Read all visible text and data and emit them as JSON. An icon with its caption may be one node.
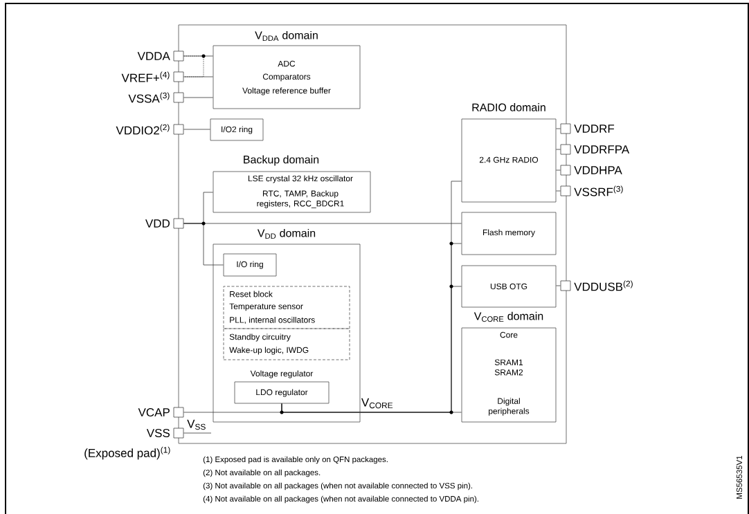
{
  "diagram": {
    "nodes": [
      {
        "text": [],
        "shape": "box"
      },
      {
        "text": [
          "VDDA"
        ]
      },
      {
        "text": [
          "VREF+$^{(4)}$"
        ]
      },
      {
        "text": [
          "VSSA$^{(3)}$"
        ]
      },
      {
        "text": [
          "VDDIO2$^{(2)}$"
        ]
      },
      {
        "text": [
          "V$_{DDA}$ domain",
          "ADC",
          "Comparators",
          "Voltage reference buffer"
        ],
        "in": 0
      },
      {
        "text": [
          "I/O2 ring"
        ],
        "in": 0
      },
      {
        "text": [
          "RADIO domain",
          "2.4 GHz RADIO"
        ],
        "in": 0
      },
      {
        "text": [
          "VDDRF"
        ]
      },
      {
        "text": [
          "VDDRFPA"
        ]
      },
      {
        "text": [
          "VDDHPA"
        ]
      },
      {
        "text": [
          "VSSRF$^{(3)}$"
        ]
      },
      {
        "text": [
          "Backup domain",
          "LSE crystal 32 kHz oscillator",
          "RTC, TAMP, Backup registers, RCC_BDCR1"
        ],
        "in": 0
      },
      {
        "text": [
          "VDD"
        ]
      },
      {
        "text": [
          "Flash memory"
        ],
        "in": 0
      },
      {
        "text": [
          "V$_{DD}$ domain"
        ],
        "in": 0
      },
      {
        "text": [
          "I/O ring"
        ],
        "in": 15
      },
      {
        "text": [
          "Reset block",
          "Temperature sensor",
          "PLL, internal oscillators"
        ],
        "in": 15
      },
      {
        "text": [
          "Standby circuitry",
          "Wake-up logic, IWDG"
        ],
        "in": 15
      },
      {
        "text": [
          "USB OTG"
        ],
        "in": 0
      },
      {
        "text": [
          "VDDUSB$^{(2)}$"
        ]
      },
      {
        "text": [
          "V$_{CORE}$ domain",
          "Core",
          "SRAM1 SRAM2",
          "Digital peripherals"
        ],
        "in": 0
      },
      {
        "text": [
          "Voltage regulator",
          "LDO regulator"
        ],
        "in": 15
      },
      {
        "text": [
          "VCAP"
        ]
      },
      {
        "text": [
          "VSS"
        ],
        "beside": [
          "(Exposed pad)$^{(1)}$"
        ]
      }
    ],
    "edges": [
      {
        "from": 1,
        "to": 5,
        "arrow": "none"
      },
      {
        "from": 2,
        "to": 5,
        "arrow": "none"
      },
      {
        "from": 3,
        "to": 5,
        "arrow": "none"
      },
      {
        "from": 1,
        "to": 2,
        "arrow": "none",
        "style": "dashed"
      },
      {
        "from": 4,
        "to": 6,
        "arrow": "none"
      },
      {
        "from": 13,
        "to": 14,
        "arrow": "none"
      },
      {
        "from": 13,
        "to": 12,
        "arrow": "none"
      },
      {
        "from": 13,
        "to": 16,
        "arrow": "none"
      },
      {
        "from": 8,
        "to": 7,
        "arrow": "none"
      },
      {
        "from": 9,
        "to": 7,
        "arrow": "none"
      },
      {
        "from": 10,
        "to": 7,
        "arrow": "none"
      },
      {
        "from": 11,
        "to": 7,
        "arrow": "none"
      },
      {
        "from": 20,
        "to": 19,
        "arrow": "none"
      },
      {
        "from": 23,
        "to": 22,
        "arrow": "none"
      },
      {
        "from": 22,
        "to": 21,
        "arrow": "none",
        "label": "V$_{CORE}$"
      },
      {
        "from": 22,
        "to": 19,
        "arrow": "none"
      },
      {
        "from": 22,
        "to": 14,
        "arrow": "none"
      },
      {
        "from": 22,
        "to": 7,
        "arrow": "none"
      },
      {
        "from": 24,
        "to": null,
        "arrow": "none",
        "label": "V$_{SS}$"
      }
    ],
    "labels": [
      "(1) Exposed pad is available only on QFN packages.",
      "(2) Not available on all packages.",
      "(3) Not available on all packages (when not available connected to VSS pin).",
      "(4) Not available on all packages (when not available connected to VDDA pin).",
      "MS56535V1"
    ]
  }
}
